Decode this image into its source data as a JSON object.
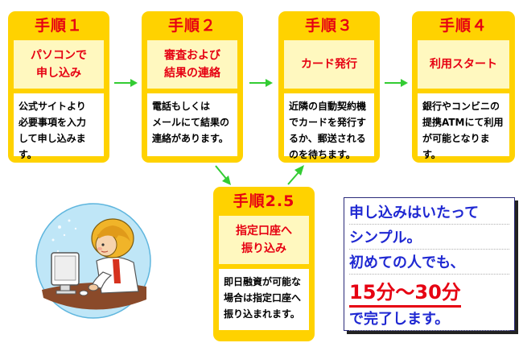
{
  "steps": [
    {
      "title": "手順１",
      "sub_lines": [
        "パソコンで",
        "申し込み"
      ],
      "desc_lines": [
        "公式サイトより",
        "必要事項を入力",
        "して申し込みます。"
      ]
    },
    {
      "title": "手順２",
      "sub_lines": [
        "審査および",
        "結果の連絡"
      ],
      "desc_lines": [
        "電話もしくは",
        "メールにて結果の",
        "連絡があります。"
      ]
    },
    {
      "title": "手順３",
      "sub_lines": [
        "カード発行"
      ],
      "desc_lines": [
        "近隣の自動契約機",
        "でカードを発行す",
        "るか、郵送される",
        "のを待ちます。"
      ]
    },
    {
      "title": "手順４",
      "sub_lines": [
        "利用スタート"
      ],
      "desc_lines": [
        "銀行やコンビニの",
        "提携ATMにて利用",
        "が可能となります。"
      ]
    },
    {
      "title": "手順2.5",
      "sub_lines": [
        "指定口座へ",
        "振り込み"
      ],
      "desc_lines": [
        "即日融資が可能な",
        "場合は指定口座へ",
        "振り込まれます。"
      ]
    }
  ],
  "summary": {
    "line1": "申し込みはいたって",
    "line2": "シンプル。",
    "line3": "初めての人でも、",
    "highlight": "15分～30分",
    "line4": "で完了します。"
  },
  "colors": {
    "card": "#ffd200",
    "title": "#e60012",
    "sub_bg": "#fff8bf",
    "arrow": "#33cc33",
    "summary_text": "#1f28d2"
  }
}
